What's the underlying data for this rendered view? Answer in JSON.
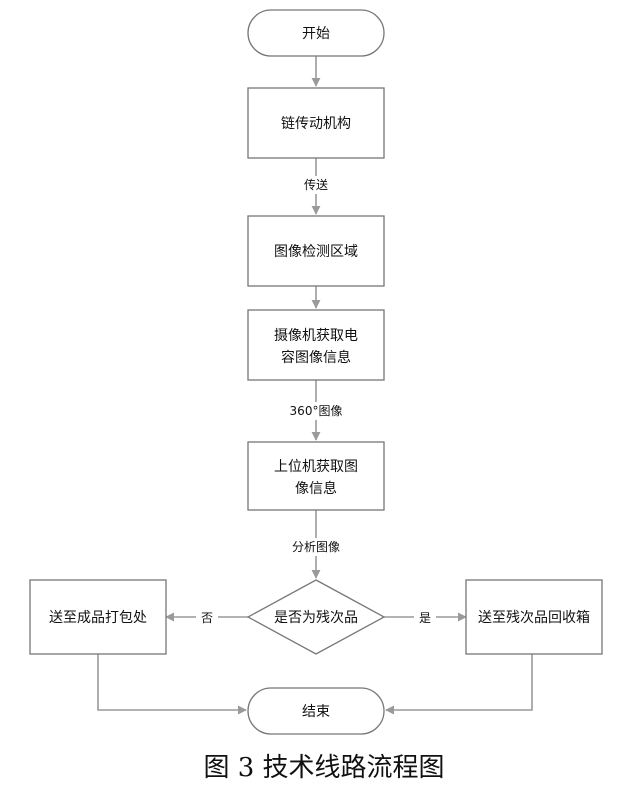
{
  "nodes": {
    "start": "开始",
    "chain": "链传动机构",
    "detect": "图像检测区域",
    "camera_line1": "摄像机获取电",
    "camera_line2": "容图像信息",
    "pc_line1": "上位机获取图",
    "pc_line2": "像信息",
    "decision": "是否为残次品",
    "left_box": "送至成品打包处",
    "right_box": "送至残次品回收箱",
    "end": "结束"
  },
  "edges": {
    "transfer": "传送",
    "image360": "360°图像",
    "analyze": "分析图像",
    "no": "否",
    "yes": "是"
  },
  "caption": "图 3 技术线路流程图",
  "colors": {
    "stroke": "#777777",
    "arrow": "#9a9a9a",
    "text": "#111111"
  }
}
